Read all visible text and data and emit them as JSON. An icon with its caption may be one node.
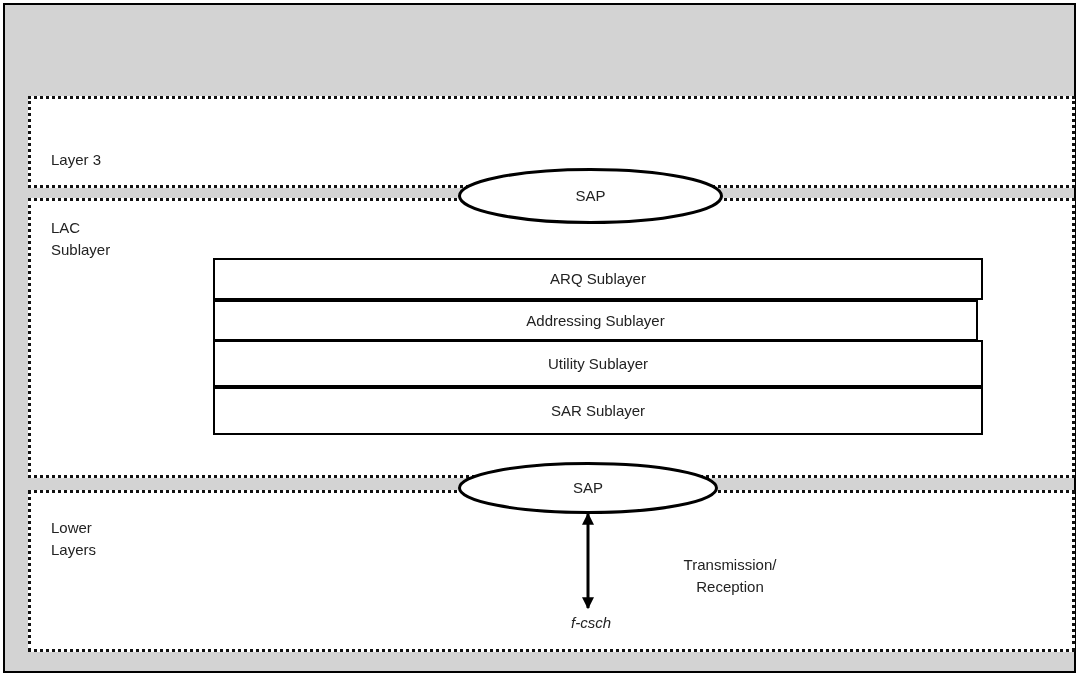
{
  "diagram": {
    "nodes": [
      {
        "text": [
          "Layer 3"
        ]
      },
      {
        "text": [
          "SAP"
        ]
      },
      {
        "text": [
          "LAC Sublayer"
        ]
      },
      {
        "text": [
          "ARQ Sublayer"
        ],
        "in": 2
      },
      {
        "text": [
          "Addressing Sublayer"
        ],
        "in": 2
      },
      {
        "text": [
          "Utility Sublayer"
        ],
        "in": 2
      },
      {
        "text": [
          "SAR Sublayer"
        ],
        "in": 2
      },
      {
        "text": [
          "Lower Layers"
        ]
      },
      {
        "text": [
          "SAP"
        ]
      },
      {
        "text": [
          "f-csch"
        ],
        "in": 7
      }
    ],
    "edges": [
      {
        "from": 8,
        "to": 9,
        "arrow": "both"
      }
    ],
    "labels": [
      "Transmission/ Reception"
    ]
  }
}
